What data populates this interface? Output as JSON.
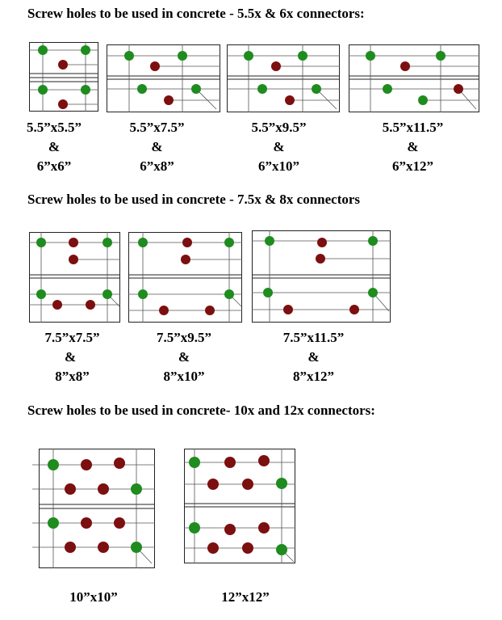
{
  "colors": {
    "green": "#1e8c1e",
    "red": "#7c0f0f",
    "ink": "#000000"
  },
  "sections": [
    {
      "heading": "Screw holes to be used in concrete - 5.5x & 6x connectors:",
      "diagrams": [
        {
          "line1": "5.5”x5.5”",
          "amp": "&",
          "line2": "6”x6”"
        },
        {
          "line1": "5.5”x7.5”",
          "amp": "&",
          "line2": "6”x8”"
        },
        {
          "line1": "5.5”x9.5”",
          "amp": "&",
          "line2": "6”x10”"
        },
        {
          "line1": "5.5”x11.5”",
          "amp": "&",
          "line2": "6”x12”"
        }
      ]
    },
    {
      "heading": "Screw holes to be used in concrete - 7.5x & 8x connectors",
      "diagrams": [
        {
          "line1": "7.5”x7.5”",
          "amp": "&",
          "line2": "8”x8”"
        },
        {
          "line1": "7.5”x9.5”",
          "amp": "&",
          "line2": "8”x10”"
        },
        {
          "line1": "7.5”x11.5”",
          "amp": "&",
          "line2": "8”x12”"
        }
      ]
    },
    {
      "heading": "Screw holes to be used in concrete- 10x and 12x connectors:",
      "diagrams": [
        {
          "line1": "10”x10”"
        },
        {
          "line1": "12”x12”"
        }
      ]
    }
  ]
}
